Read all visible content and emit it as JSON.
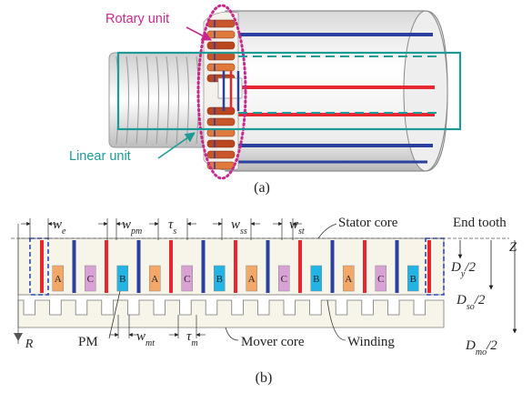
{
  "panel_a": {
    "caption": "(a)",
    "rotary_label": "Rotary unit",
    "linear_label": "Linear unit"
  },
  "panel_b": {
    "caption": "(b)",
    "dimension_labels": {
      "we": {
        "base": "w",
        "sub": "e"
      },
      "wpm": {
        "base": "w",
        "sub": "pm"
      },
      "taus": {
        "base": "τ",
        "sub": "s"
      },
      "wss": {
        "base": "w",
        "sub": "ss"
      },
      "wst": {
        "base": "w",
        "sub": "st"
      },
      "wmt": {
        "base": "w",
        "sub": "mt"
      },
      "taum": {
        "base": "τ",
        "sub": "m"
      }
    },
    "stator_core": "Stator core",
    "end_tooth": "End tooth",
    "axis_z": "Z",
    "axis_r": "R",
    "dy": {
      "base": "D",
      "sub": "y",
      "tail": "/2"
    },
    "dso": {
      "base": "D",
      "sub": "so",
      "tail": "/2"
    },
    "dmo": {
      "base": "D",
      "sub": "mo",
      "tail": "/2"
    },
    "pm": "PM",
    "mover_core": "Mover core",
    "winding": "Winding",
    "phases": [
      "A",
      "C",
      "B",
      "A",
      "C",
      "B",
      "A",
      "C",
      "B",
      "A",
      "C",
      "B"
    ]
  },
  "colors": {
    "magenta": "#c8288c",
    "teal": "#1e9a96",
    "red_pm": "#e8262f",
    "blue_pm": "#2a3f9e",
    "phase_A": "#f3a868",
    "phase_B": "#23b4e6",
    "phase_C": "#d8a2d4",
    "core": "#f7f4ea",
    "dash_blue": "#2b47b5"
  }
}
